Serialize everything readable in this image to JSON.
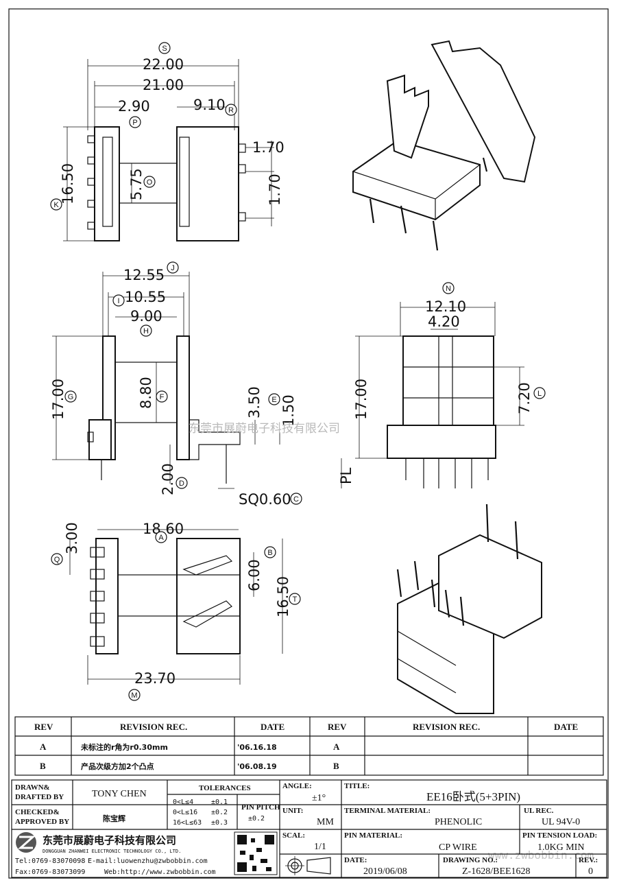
{
  "dimensions": {
    "top_view": {
      "S": "22.00",
      "w21": "21.00",
      "P": "2.90",
      "R": "9.10",
      "r170a": "1.70",
      "r170b": "1.70",
      "K": "16.50",
      "O": "5.75"
    },
    "side_view": {
      "J": "12.55",
      "I": "10.55",
      "H": "9.00",
      "G": "17.00",
      "F": "8.80",
      "D": "2.00",
      "E": "1.50",
      "e350": "3.50",
      "C": "SQ0.60"
    },
    "front_view": {
      "N": "12.10",
      "w420": "4.20",
      "h17": "17.00",
      "L": "7.20",
      "PL": "PL"
    },
    "bottom_view": {
      "A": "18.60",
      "Q": "3.00",
      "B": "6.00",
      "T": "16.50",
      "M": "23.70"
    }
  },
  "markers": [
    "S",
    "P",
    "R",
    "K",
    "O",
    "J",
    "I",
    "H",
    "G",
    "F",
    "D",
    "E",
    "C",
    "N",
    "L",
    "A",
    "Q",
    "B",
    "T",
    "M"
  ],
  "watermark": "东莞市展蔚电子科技有限公司",
  "watermark_url": "www.zwbobbin.com",
  "revision_table": {
    "headers": [
      "REV",
      "REVISION REC.",
      "DATE",
      "REV",
      "REVISION REC.",
      "DATE"
    ],
    "rows": [
      {
        "rev": "A",
        "rec": "未标注的r角为r0.30mm",
        "date": "'06.16.18",
        "rev2": "A"
      },
      {
        "rev": "B",
        "rec": "产品次级方加2个凸点",
        "date": "'06.08.19",
        "rev2": "B"
      }
    ]
  },
  "title_block": {
    "drawn_label": "DRAWN&\nDRAFTED BY",
    "drawn_label_1": "DRAWN&",
    "drawn_label_2": "DRAFTED BY",
    "drawn_by": "TONY CHEN",
    "checked_label_1": "CHECKED&",
    "checked_label_2": "APPROVED BY",
    "checked_by": "陈宝辉",
    "tolerances_label": "TOLERANCES",
    "tol_rows": [
      {
        "range": "0<L≤4",
        "tol": "±0.1"
      },
      {
        "range": "0<L≤16",
        "tol": "±0.2"
      },
      {
        "range": "16<L≤63",
        "tol": "±0.3"
      }
    ],
    "pin_pitch_label": "PIN PITCH",
    "pin_pitch": "±0.2",
    "angle_label": "ANGLE:",
    "angle": "±1°",
    "unit_label": "UNIT:",
    "unit": "MM",
    "scale_label": "SCAL:",
    "scale": "1/1",
    "title_label": "TITLE:",
    "title": "EE16卧式(5+3PIN)",
    "terminal_material_label": "TERMINAL MATERIAL:",
    "terminal_material": "PHENOLIC",
    "ul_rec_label": "UL REC.",
    "ul_rec": "UL 94V-0",
    "pin_material_label": "PIN MATERIAL:",
    "pin_material": "CP WIRE",
    "pin_tension_label": "PIN TENSION LOAD:",
    "pin_tension": "1.0KG MIN",
    "date_label": "DATE:",
    "date": "2019/06/08",
    "drawing_no_label": "DRAWING NO.:",
    "drawing_no": "Z-1628/BEE1628",
    "rev_label": "REV.:",
    "rev": "0",
    "company_cn": "东莞市展蔚电子科技有限公司",
    "company_en": "DONGGUAN ZHANWEI ELECTRONIC TECHNOLOGY CO., LTD.",
    "tel": "Tel:0769-83070098",
    "email": "E-mail:luowenzhu@zwbobbin.com",
    "fax": "Fax:0769-83073099",
    "web": "Web:http://www.zwbobbin.com"
  }
}
